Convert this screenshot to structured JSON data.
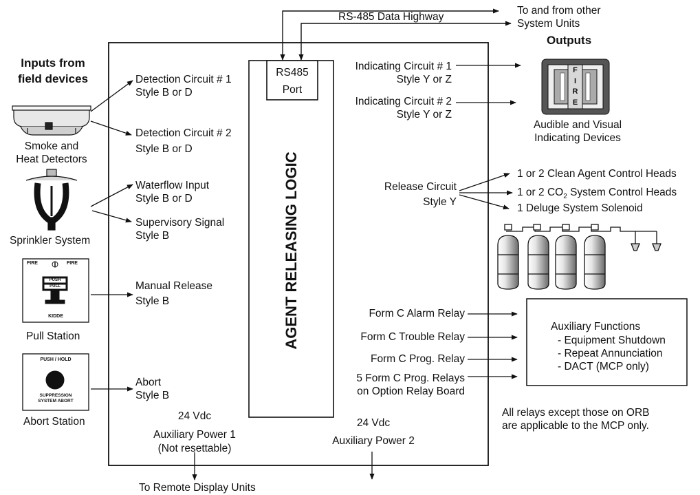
{
  "inputs_title": [
    "Inputs from",
    "field devices"
  ],
  "outputs_title": "Outputs",
  "top_links": {
    "highway": "RS-485 Data Highway",
    "other_units_1": "To and from other",
    "other_units_2": "System Units"
  },
  "rs485_port": [
    "RS485",
    "Port"
  ],
  "logic_label": "AGENT RELEASING LOGIC",
  "devices": {
    "smoke": [
      "Smoke and",
      "Heat Detectors"
    ],
    "sprinkler": "Sprinkler System",
    "pull": "Pull Station",
    "abort": "Abort Station",
    "pull_box_top": "FIRE",
    "pull_box_mid1": "PUSH",
    "pull_box_mid2": "PULL",
    "pull_box_bottom": "KIDDE",
    "abort_box_top": "PUSH / HOLD",
    "abort_box_bottom": [
      "SUPPRESSION",
      "SYSTEM ABORT"
    ],
    "horn_letters": [
      "F",
      "I",
      "R",
      "E"
    ]
  },
  "input_circuits": {
    "det1": [
      "Detection Circuit # 1",
      "Style B or D"
    ],
    "det2": [
      "Detection Circuit # 2",
      "Style B or D"
    ],
    "waterflow": [
      "Waterflow Input",
      "Style B or D"
    ],
    "supervisory": [
      "Supervisory Signal",
      "Style B"
    ],
    "manual": [
      "Manual Release",
      "Style B"
    ],
    "abort": [
      "Abort",
      "Style B"
    ]
  },
  "output_circuits": {
    "ind1": [
      "Indicating Circuit # 1",
      "Style Y or Z"
    ],
    "ind2": [
      "Indicating Circuit # 2",
      "Style Y or Z"
    ],
    "release": [
      "Release Circuit",
      "Style Y"
    ]
  },
  "indicating_devices": [
    "Audible and Visual",
    "Indicating Devices"
  ],
  "release_targets": {
    "clean_agent": "1 or 2 Clean Agent Control Heads",
    "co2_pre": "1 or 2 CO",
    "co2_sub": "2",
    "co2_post": " System Control Heads",
    "deluge": "1 Deluge System Solenoid"
  },
  "relays": {
    "alarm": "Form C Alarm Relay",
    "trouble": "Form C Trouble Relay",
    "prog": "Form C Prog. Relay",
    "orb": [
      "5 Form C Prog. Relays",
      "on Option Relay Board"
    ]
  },
  "aux_functions": {
    "title": "Auxiliary Functions",
    "items": [
      "- Equipment Shutdown",
      "- Repeat Annunciation",
      "- DACT (MCP only)"
    ]
  },
  "relay_note": [
    "All relays except those on ORB",
    "are applicable to the MCP only."
  ],
  "power": {
    "aux1": [
      "24 Vdc",
      "Auxiliary Power 1",
      "(Not resettable)"
    ],
    "aux2": [
      "24 Vdc",
      "Auxiliary Power 2"
    ]
  },
  "remote_display": "To Remote Display Units"
}
